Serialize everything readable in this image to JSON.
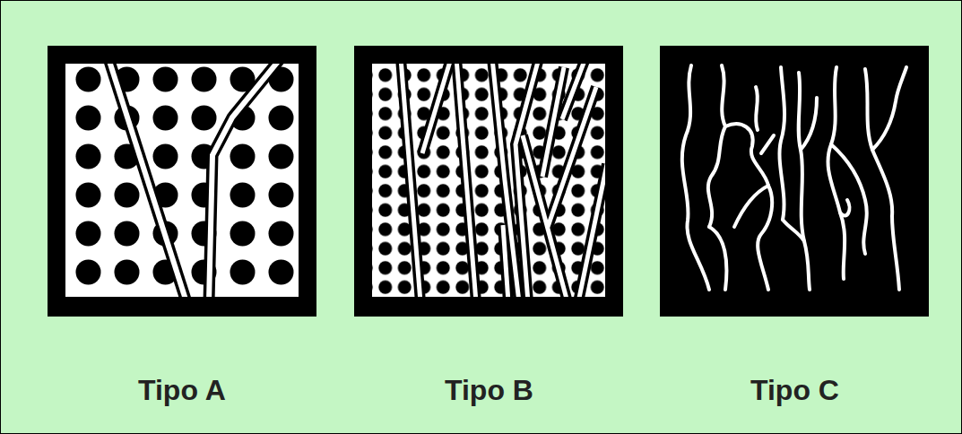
{
  "diagram": {
    "labels": [
      "Tipo A",
      "Tipo B",
      "Tipo C"
    ]
  }
}
